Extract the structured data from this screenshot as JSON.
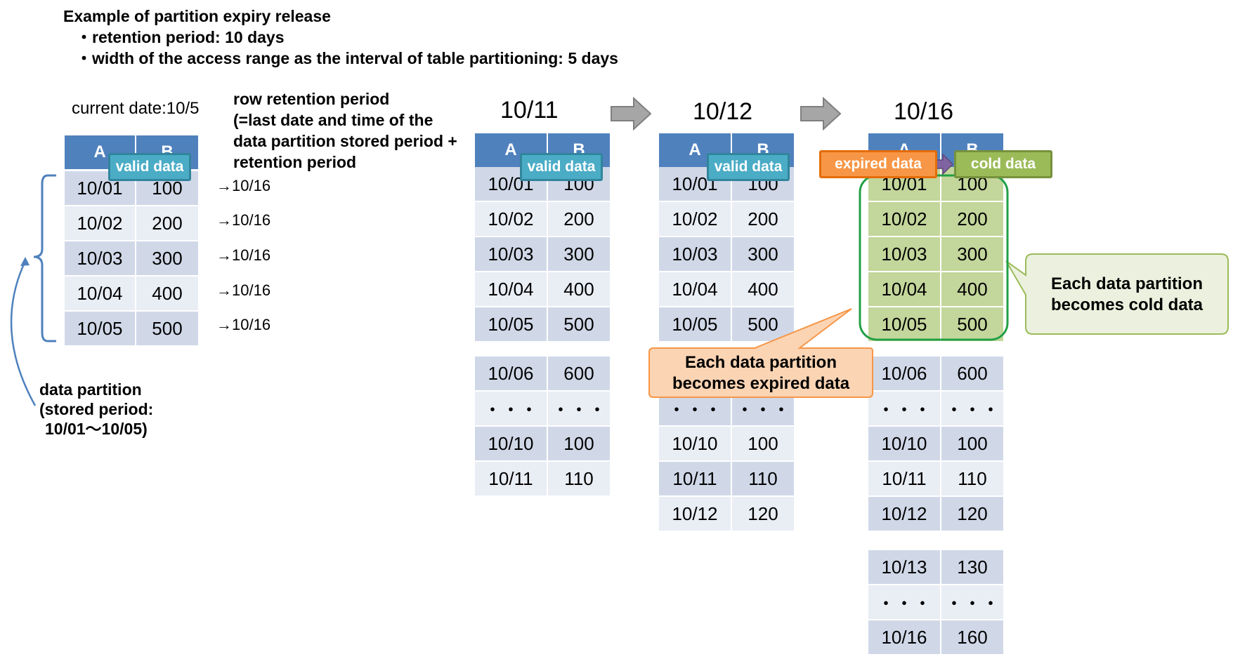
{
  "header": {
    "title": "Example of partition expiry release",
    "bullet1": "・retention period: 10 days",
    "bullet2": "・width of the access range as the interval of table partitioning: 5 days"
  },
  "current_date_label": "current date:10/5",
  "row_retention": {
    "line1": "row retention period",
    "line2": "(=last date and time of the",
    "line3": "data partition stored period +",
    "line4": "retention period"
  },
  "arrows_to": [
    "→10/16",
    "→10/16",
    "→10/16",
    "→10/16",
    "→10/16"
  ],
  "partition_note": {
    "line1": "data partition",
    "line2": "(stored period:",
    "line3": "10/01〜10/05)"
  },
  "columns": [
    "A",
    "B"
  ],
  "badges": {
    "valid": "valid data",
    "expired": "expired data",
    "cold": "cold data"
  },
  "callouts": {
    "expired": [
      "Each data partition",
      "becomes expired data"
    ],
    "cold": [
      "Each data partition",
      "becomes cold data"
    ]
  },
  "snapshots": [
    {
      "date": "",
      "rows": [
        [
          "10/01",
          "100"
        ],
        [
          "10/02",
          "200"
        ],
        [
          "10/03",
          "300"
        ],
        [
          "10/04",
          "400"
        ],
        [
          "10/05",
          "500"
        ]
      ]
    },
    {
      "date": "10/11",
      "rows": [
        [
          "10/01",
          "100"
        ],
        [
          "10/02",
          "200"
        ],
        [
          "10/03",
          "300"
        ],
        [
          "10/04",
          "400"
        ],
        [
          "10/05",
          "500"
        ]
      ],
      "rows2": [
        [
          "10/06",
          "600"
        ],
        [
          "・・・",
          "・・・"
        ],
        [
          "10/10",
          "100"
        ],
        [
          "10/11",
          "110"
        ]
      ]
    },
    {
      "date": "10/12",
      "rows": [
        [
          "10/01",
          "100"
        ],
        [
          "10/02",
          "200"
        ],
        [
          "10/03",
          "300"
        ],
        [
          "10/04",
          "400"
        ],
        [
          "10/05",
          "500"
        ]
      ],
      "rows2": [
        [
          "・・・",
          "・・・"
        ],
        [
          "10/10",
          "100"
        ],
        [
          "10/11",
          "110"
        ],
        [
          "10/12",
          "120"
        ]
      ]
    },
    {
      "date": "10/16",
      "rows": [
        [
          "10/01",
          "100"
        ],
        [
          "10/02",
          "200"
        ],
        [
          "10/03",
          "300"
        ],
        [
          "10/04",
          "400"
        ],
        [
          "10/05",
          "500"
        ]
      ],
      "rows2": [
        [
          "10/06",
          "600"
        ],
        [
          "・・・",
          "・・・"
        ],
        [
          "10/10",
          "100"
        ],
        [
          "10/11",
          "110"
        ],
        [
          "10/12",
          "120"
        ]
      ],
      "rows3": [
        [
          "10/13",
          "130"
        ],
        [
          "・・・",
          "・・・"
        ],
        [
          "10/16",
          "160"
        ]
      ]
    }
  ],
  "colors": {
    "header_blue": "#4f81bd",
    "cell_dark": "#d0d8e8",
    "cell_light": "#e9edf4",
    "valid": "#4bacc6",
    "expired": "#f79646",
    "cold": "#9bbb59",
    "cold_fill": "#c3d69b"
  }
}
